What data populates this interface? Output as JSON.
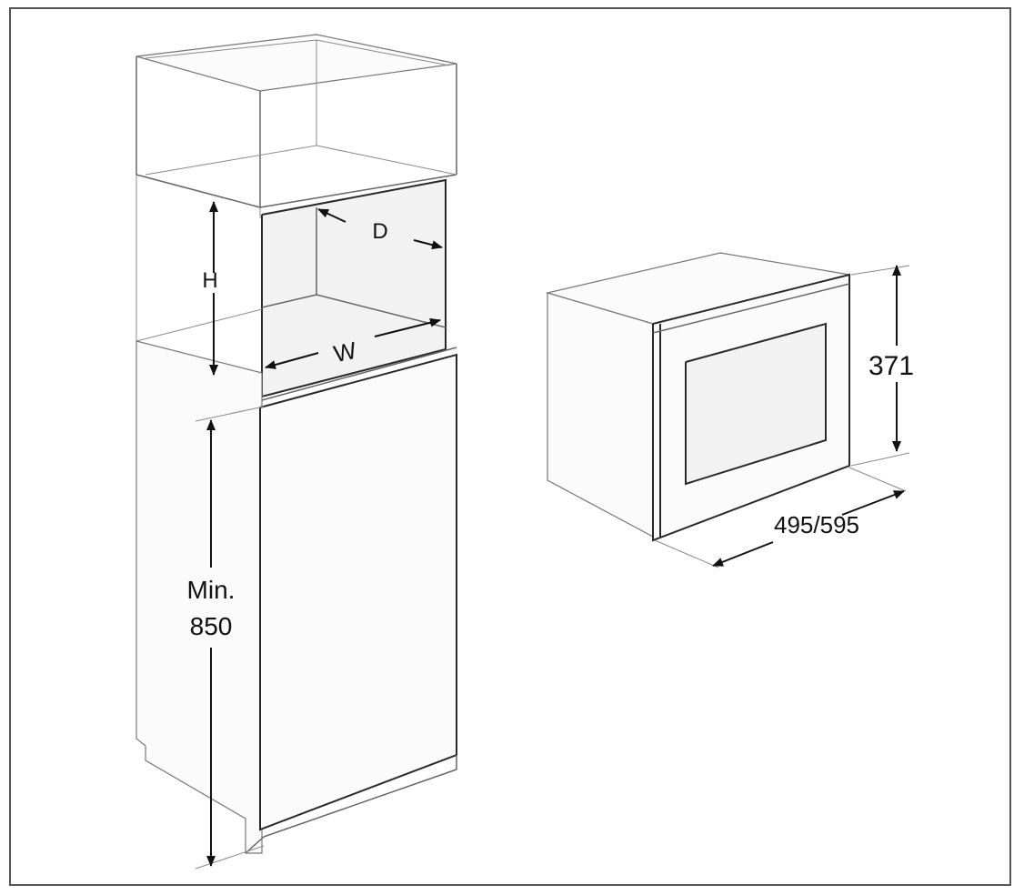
{
  "diagram": {
    "cabinet": {
      "label_height": "H",
      "label_depth": "D",
      "label_width": "W",
      "label_min_line1": "Min.",
      "label_min_line2": "850"
    },
    "appliance": {
      "label_height": "371",
      "label_width": "495/595"
    },
    "colors": {
      "line": "#2a2a2a",
      "light_line": "#8a8a8a",
      "border": "#555555"
    }
  }
}
